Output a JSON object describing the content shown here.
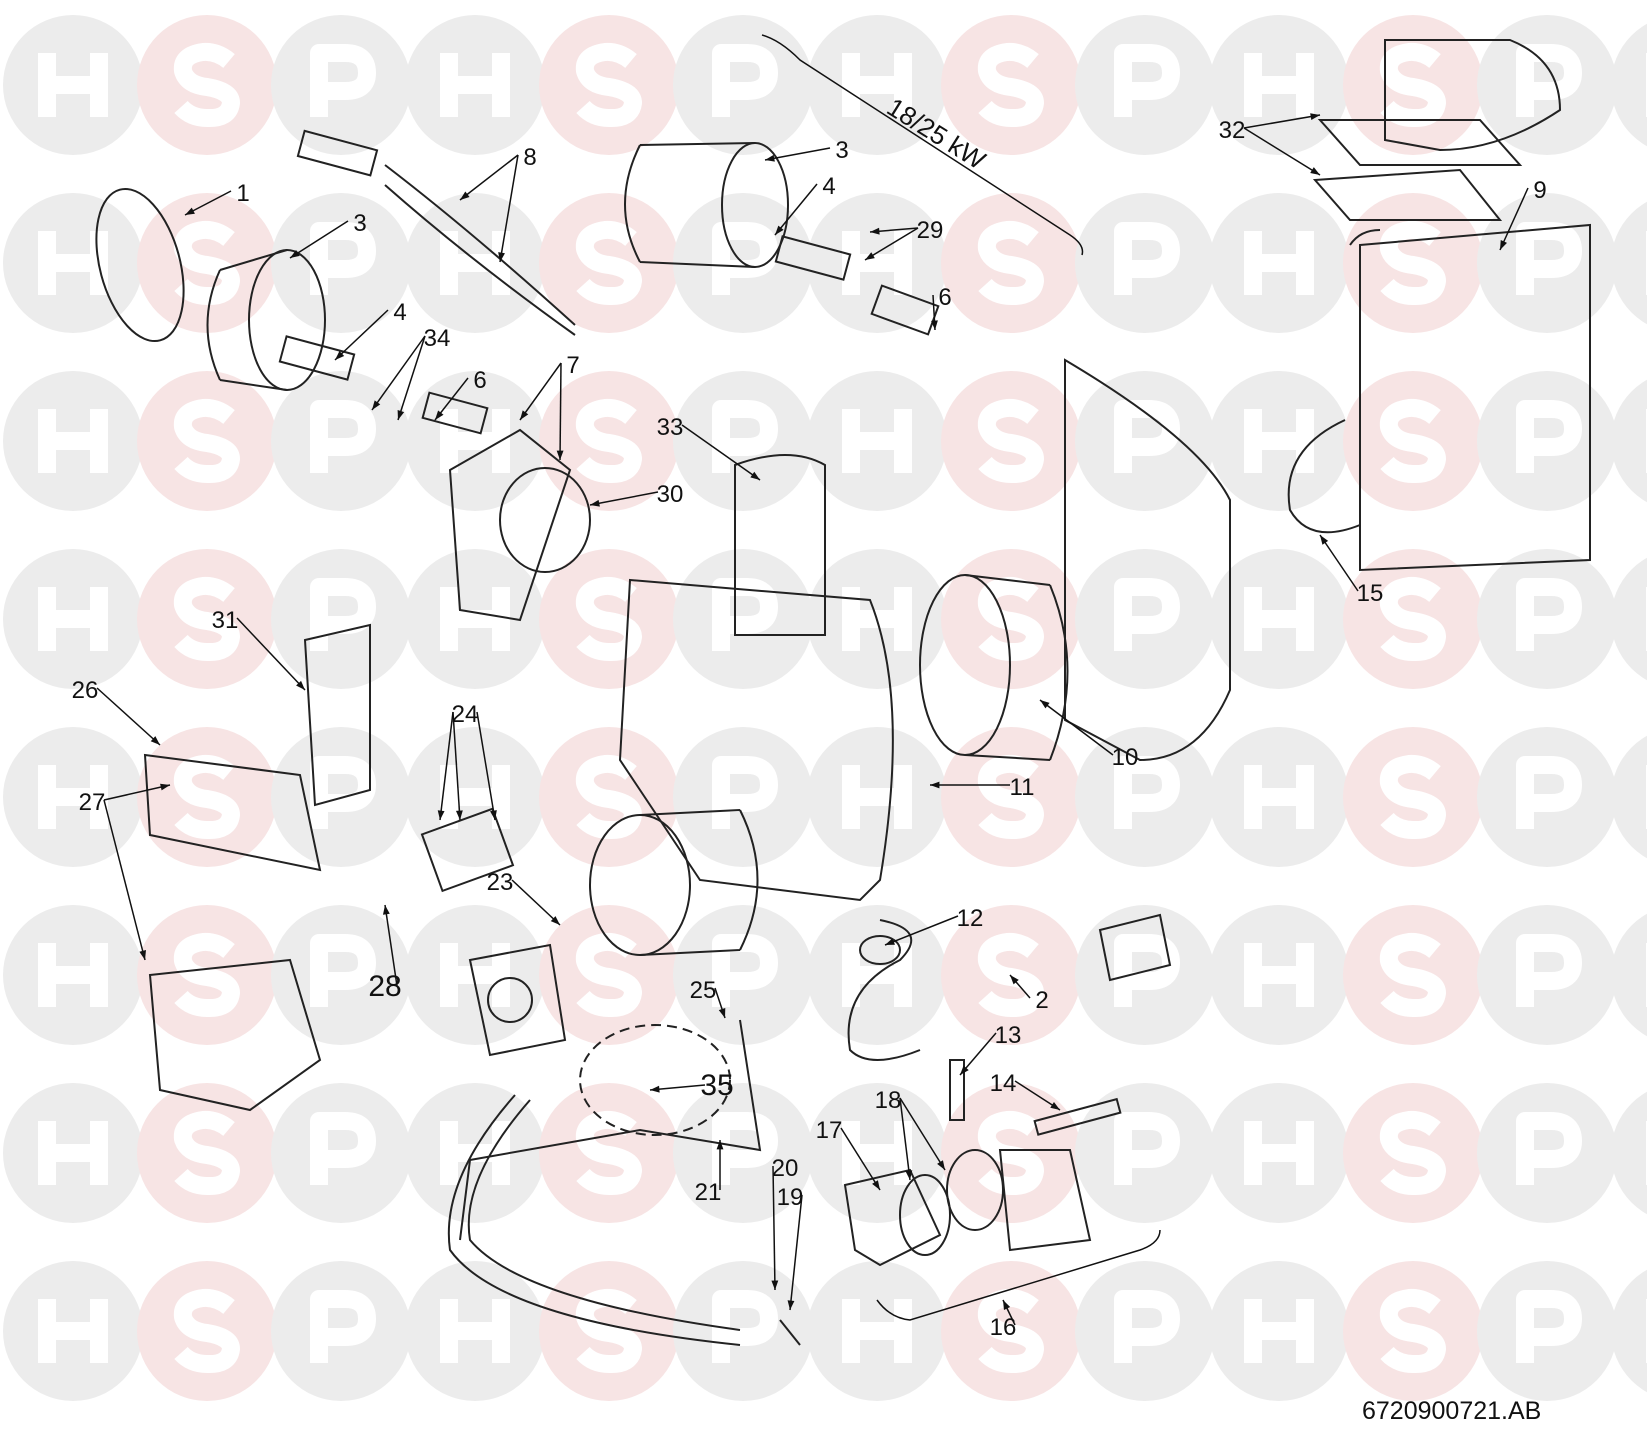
{
  "diagram": {
    "title": "Burner exploded parts diagram",
    "watermark": "HSP",
    "watermark_colors": {
      "H": "#ececec",
      "S": "#f7e4e4",
      "P": "#ececec"
    },
    "variant_note": "18/25 kW",
    "drawing_number": "6720900721.AB",
    "callouts": [
      "1",
      "3",
      "8",
      "4",
      "34",
      "6",
      "7",
      "30",
      "3",
      "4",
      "29",
      "6",
      "32",
      "9",
      "33",
      "31",
      "26",
      "24",
      "27",
      "28",
      "23",
      "25",
      "35",
      "21",
      "20",
      "19",
      "17",
      "18",
      "13",
      "14",
      "16",
      "12",
      "2",
      "11",
      "10",
      "15"
    ]
  }
}
